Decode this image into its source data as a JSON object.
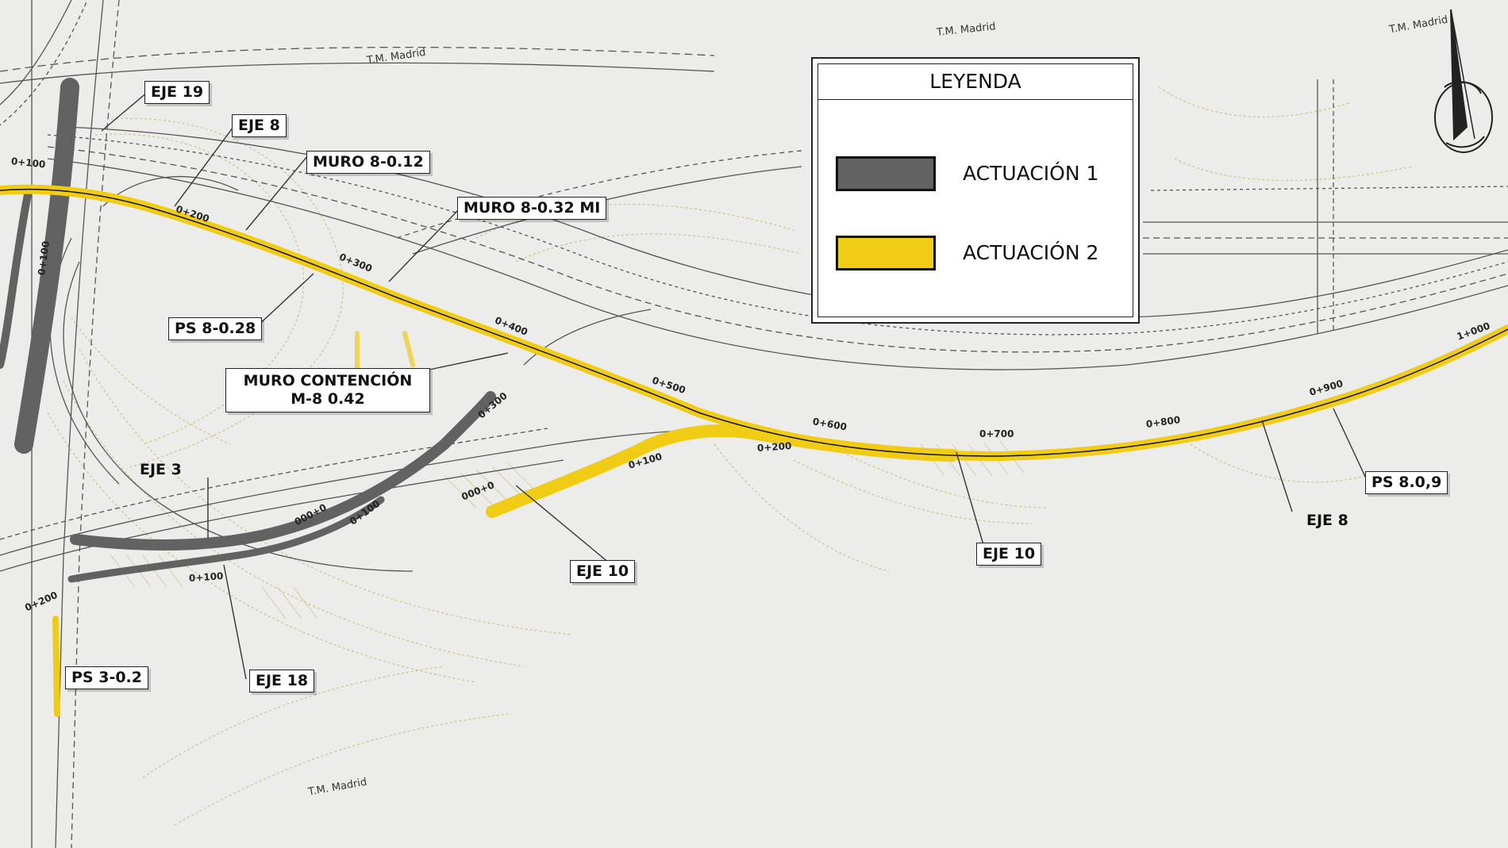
{
  "colors": {
    "actuacion1": "#626262",
    "actuacion2": "#f0cc14",
    "background": "#ececea",
    "contour": "#cbbf7a"
  },
  "legend": {
    "title": "LEYENDA",
    "items": [
      {
        "label": "ACTUACIÓN 1",
        "color": "#626262"
      },
      {
        "label": "ACTUACIÓN 2",
        "color": "#f0cc14"
      }
    ]
  },
  "labels": {
    "eje19": "EJE 19",
    "eje8_top": "EJE 8",
    "muro_8_012": "MURO 8-0.12",
    "muro_8_032": "MURO 8-0.32 MI",
    "ps_8_028": "PS 8-0.28",
    "muro_contencion_l1": "MURO CONTENCIÓN",
    "muro_contencion_l2": "M-8 0.42",
    "eje3": "EJE 3",
    "eje10_left": "EJE 10",
    "eje10_right": "EJE 10",
    "eje8_right": "EJE 8",
    "ps_8_09": "PS 8.0,9",
    "eje18": "EJE 18",
    "ps_3_02": "PS 3-0.2"
  },
  "municipal": {
    "tm1": "T.M. Madrid",
    "tm2": "T.M. Madrid",
    "tm3": "T.M. Madrid",
    "tm4": "T.M. Madrid"
  },
  "chainages": {
    "c0100": "0+100",
    "c0200": "0+200",
    "c0300": "0+300",
    "c0400": "0+400",
    "c0500": "0+500",
    "c0600": "0+600",
    "c0700": "0+700",
    "c0800": "0+800",
    "c0900": "0+900",
    "c1000": "1+000",
    "e10_000": "000+0",
    "e10_100": "0+100",
    "e10_200": "0+200",
    "e10_300": "0+300",
    "e3_000": "000+0",
    "e3_100": "0+100",
    "e18_100": "0+100",
    "e19_100": "0+100",
    "e19_200": "0+200"
  }
}
